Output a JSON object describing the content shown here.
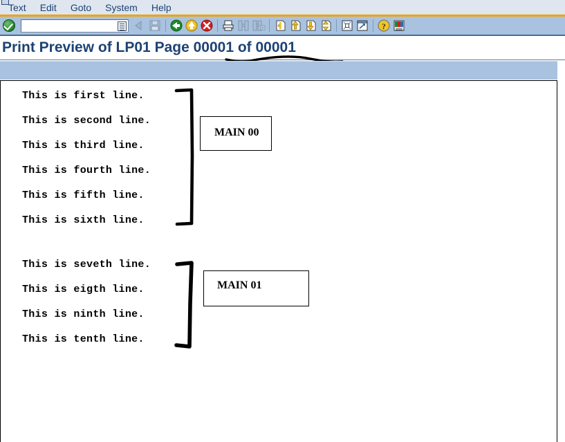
{
  "menubar": {
    "items": [
      {
        "label": "Text",
        "name": "menu-item-text"
      },
      {
        "label": "Edit",
        "name": "menu-item-edit"
      },
      {
        "label": "Goto",
        "name": "menu-item-goto"
      },
      {
        "label": "System",
        "name": "menu-item-system"
      },
      {
        "label": "Help",
        "name": "menu-item-help"
      }
    ]
  },
  "toolbar": {
    "command_field": {
      "value": "",
      "placeholder": ""
    },
    "enter_label": "Enter",
    "icons": [
      "enter-check-icon",
      "command-field-dropdown-icon",
      "back-arrow-icon",
      "save-icon",
      "back-green-icon",
      "exit-yellow-icon",
      "cancel-red-icon",
      "print-icon",
      "find-icon",
      "find-next-icon",
      "first-page-icon",
      "previous-page-icon",
      "next-page-icon",
      "last-page-icon",
      "fullscreen-icon",
      "new-window-icon",
      "help-icon",
      "customize-layout-icon"
    ]
  },
  "title": {
    "text": "Print Preview of LP01 Page 00001 of 00001",
    "device": "LP01",
    "page_current": "00001",
    "page_total": "00001"
  },
  "document": {
    "lines": [
      "This is first line.",
      "This is second line.",
      "This is third line.",
      "This is fourth line.",
      "This is fifth line.",
      "This is sixth line.",
      "This is seveth line.",
      "This is eigth line.",
      "This is ninth line.",
      "This is tenth line."
    ]
  },
  "annotations": {
    "boxes": [
      {
        "label": "MAIN 00",
        "name": "annotation-box-main-00"
      },
      {
        "label": "MAIN 01",
        "name": "annotation-box-main-01"
      }
    ],
    "brackets": 2,
    "title_underline": true,
    "ink_color": "#000000"
  },
  "colors": {
    "menubar_bg": "#dfe6ef",
    "orange_rule": "#f0a30a",
    "toolbar_bg": "#a8c2e0",
    "title_text": "#1c4274",
    "band_bg": "#a8c2e0",
    "page_bg": "#ffffff"
  }
}
